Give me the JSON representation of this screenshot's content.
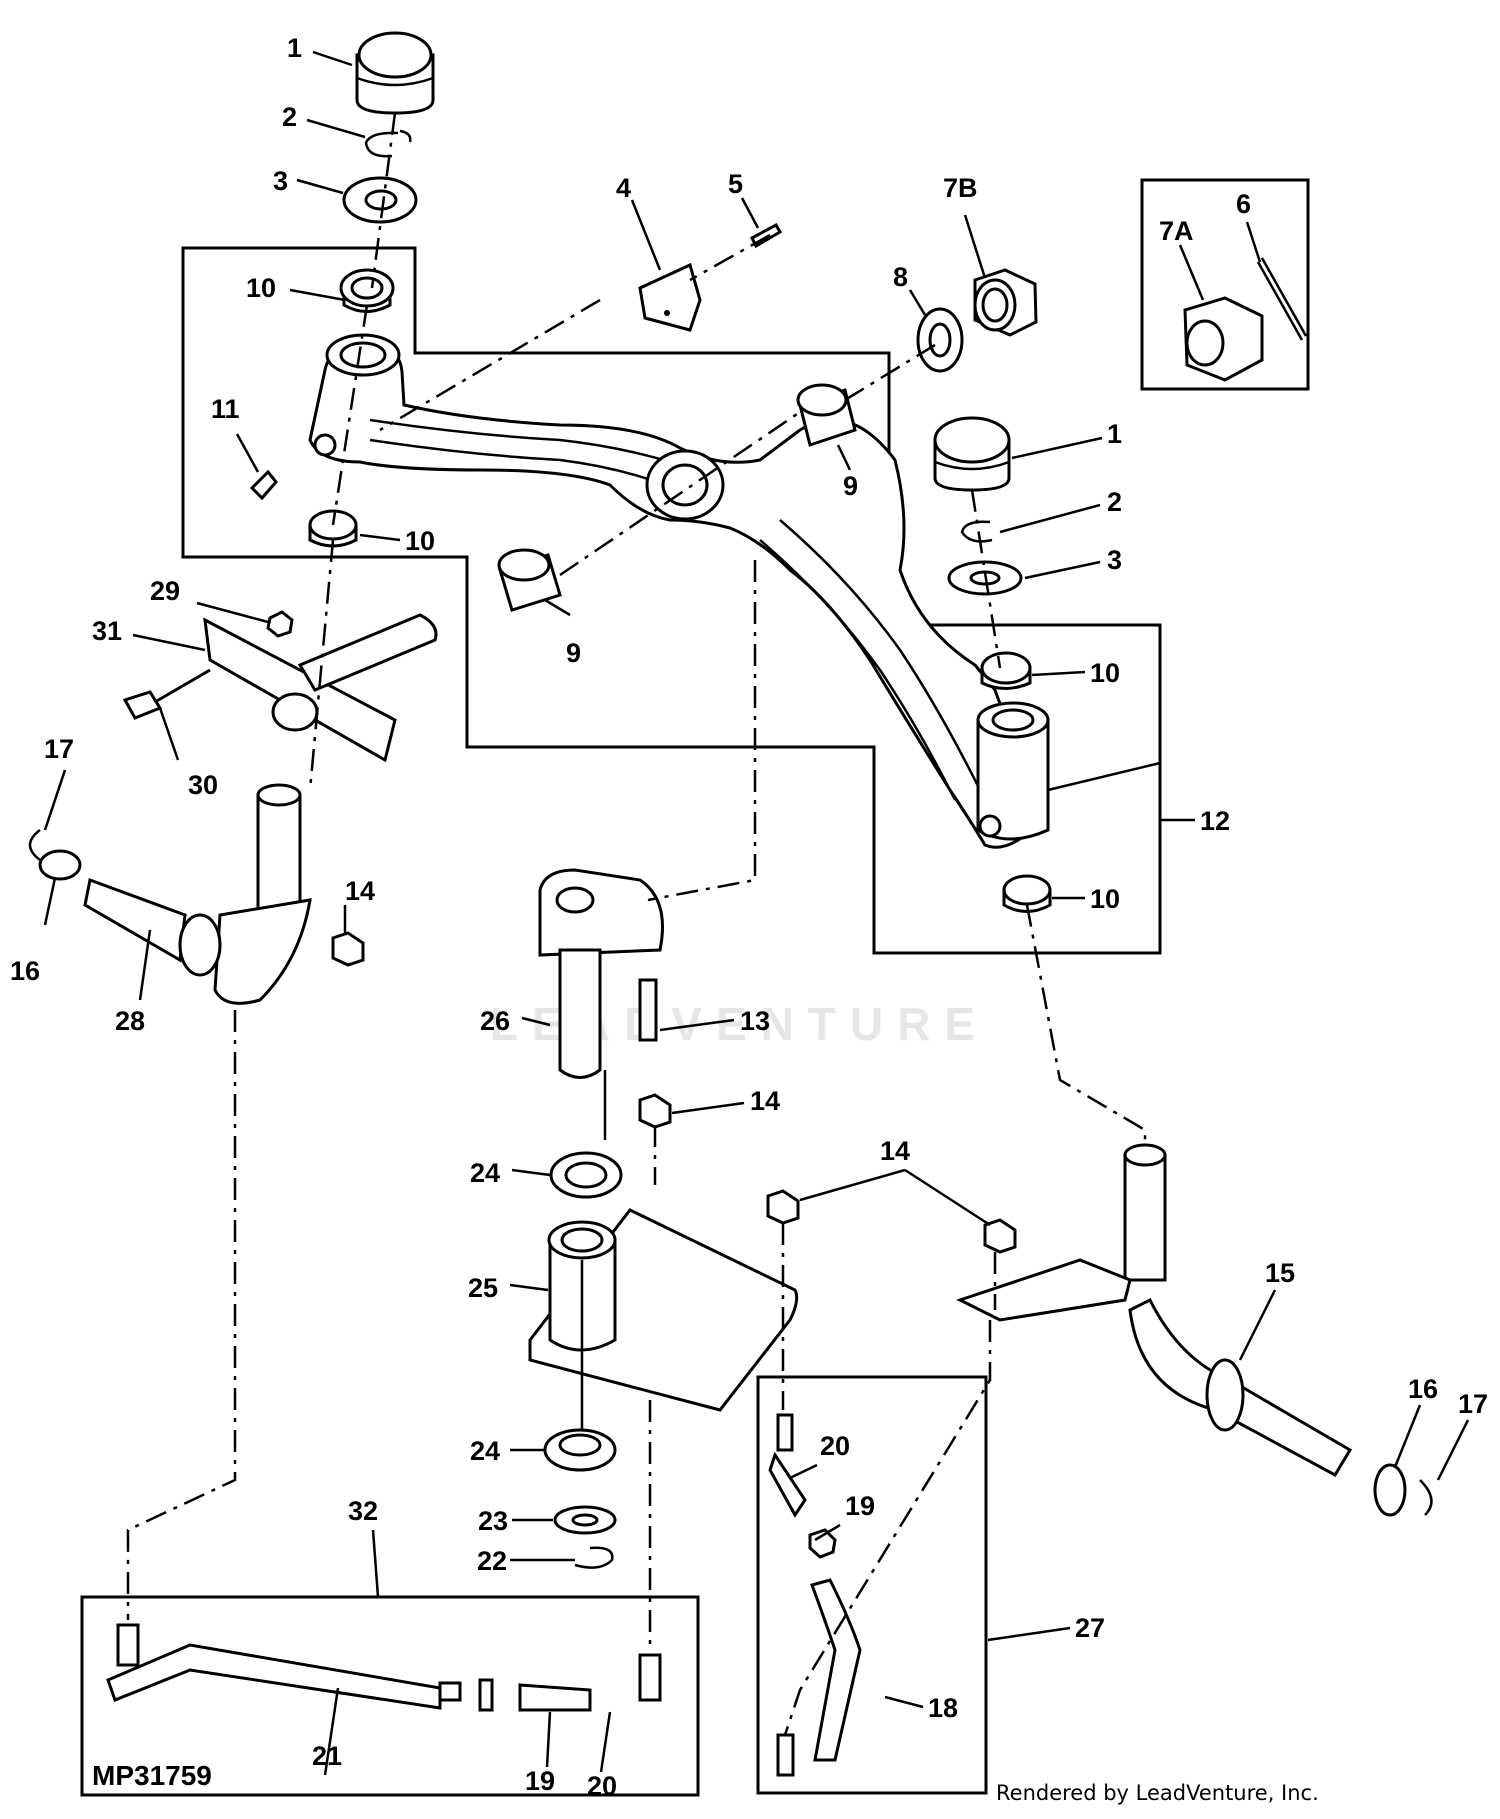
{
  "diagram": {
    "figure_id": "MP31759",
    "credit": "Rendered by LeadVenture, Inc.",
    "watermark": "LEADVENTURE",
    "callouts": [
      {
        "id": "c1a",
        "label": "1"
      },
      {
        "id": "c2a",
        "label": "2"
      },
      {
        "id": "c3a",
        "label": "3"
      },
      {
        "id": "c10a",
        "label": "10"
      },
      {
        "id": "c11",
        "label": "11"
      },
      {
        "id": "c10b",
        "label": "10"
      },
      {
        "id": "c4",
        "label": "4"
      },
      {
        "id": "c5",
        "label": "5"
      },
      {
        "id": "c7b",
        "label": "7B"
      },
      {
        "id": "c8",
        "label": "8"
      },
      {
        "id": "c7a",
        "label": "7A"
      },
      {
        "id": "c6",
        "label": "6"
      },
      {
        "id": "c9a",
        "label": "9"
      },
      {
        "id": "c1b",
        "label": "1"
      },
      {
        "id": "c2b",
        "label": "2"
      },
      {
        "id": "c3b",
        "label": "3"
      },
      {
        "id": "c10c",
        "label": "10"
      },
      {
        "id": "c12",
        "label": "12"
      },
      {
        "id": "c10d",
        "label": "10"
      },
      {
        "id": "c29",
        "label": "29"
      },
      {
        "id": "c31",
        "label": "31"
      },
      {
        "id": "c9b",
        "label": "9"
      },
      {
        "id": "c30",
        "label": "30"
      },
      {
        "id": "c17a",
        "label": "17"
      },
      {
        "id": "c16a",
        "label": "16"
      },
      {
        "id": "c28",
        "label": "28"
      },
      {
        "id": "c14a",
        "label": "14"
      },
      {
        "id": "c26",
        "label": "26"
      },
      {
        "id": "c13",
        "label": "13"
      },
      {
        "id": "c14b",
        "label": "14"
      },
      {
        "id": "c14c",
        "label": "14"
      },
      {
        "id": "c24a",
        "label": "24"
      },
      {
        "id": "c25",
        "label": "25"
      },
      {
        "id": "c15",
        "label": "15"
      },
      {
        "id": "c16b",
        "label": "16"
      },
      {
        "id": "c17b",
        "label": "17"
      },
      {
        "id": "c24b",
        "label": "24"
      },
      {
        "id": "c20a",
        "label": "20"
      },
      {
        "id": "c19a",
        "label": "19"
      },
      {
        "id": "c23",
        "label": "23"
      },
      {
        "id": "c22",
        "label": "22"
      },
      {
        "id": "c32",
        "label": "32"
      },
      {
        "id": "c27",
        "label": "27"
      },
      {
        "id": "c18",
        "label": "18"
      },
      {
        "id": "c21",
        "label": "21"
      },
      {
        "id": "c19b",
        "label": "19"
      },
      {
        "id": "c20b",
        "label": "20"
      }
    ]
  }
}
